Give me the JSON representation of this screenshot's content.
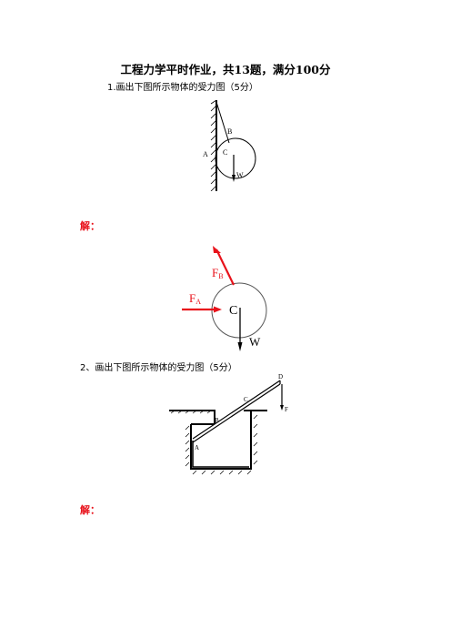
{
  "title": "工程力学平时作业，共13题，满分100分",
  "questions": [
    {
      "prompt": "1.画出下图所示物体的受力图（5分）",
      "figure_labels": {
        "A": "A",
        "B": "B",
        "C": "C",
        "W": "W"
      },
      "answer_label": "解：",
      "answer_labels": {
        "FB_main": "F",
        "FB_sub": "B",
        "FA_main": "F",
        "FA_sub": "A",
        "C": "C",
        "W": "W"
      }
    },
    {
      "prompt": "2、画出下图所示物体的受力图（5分）",
      "figure_labels": {
        "D": "D",
        "C": "C",
        "F": "F",
        "B": "B",
        "A": "A"
      },
      "answer_label": "解："
    }
  ],
  "colors": {
    "force": "#e8121b",
    "ink": "#000000"
  }
}
